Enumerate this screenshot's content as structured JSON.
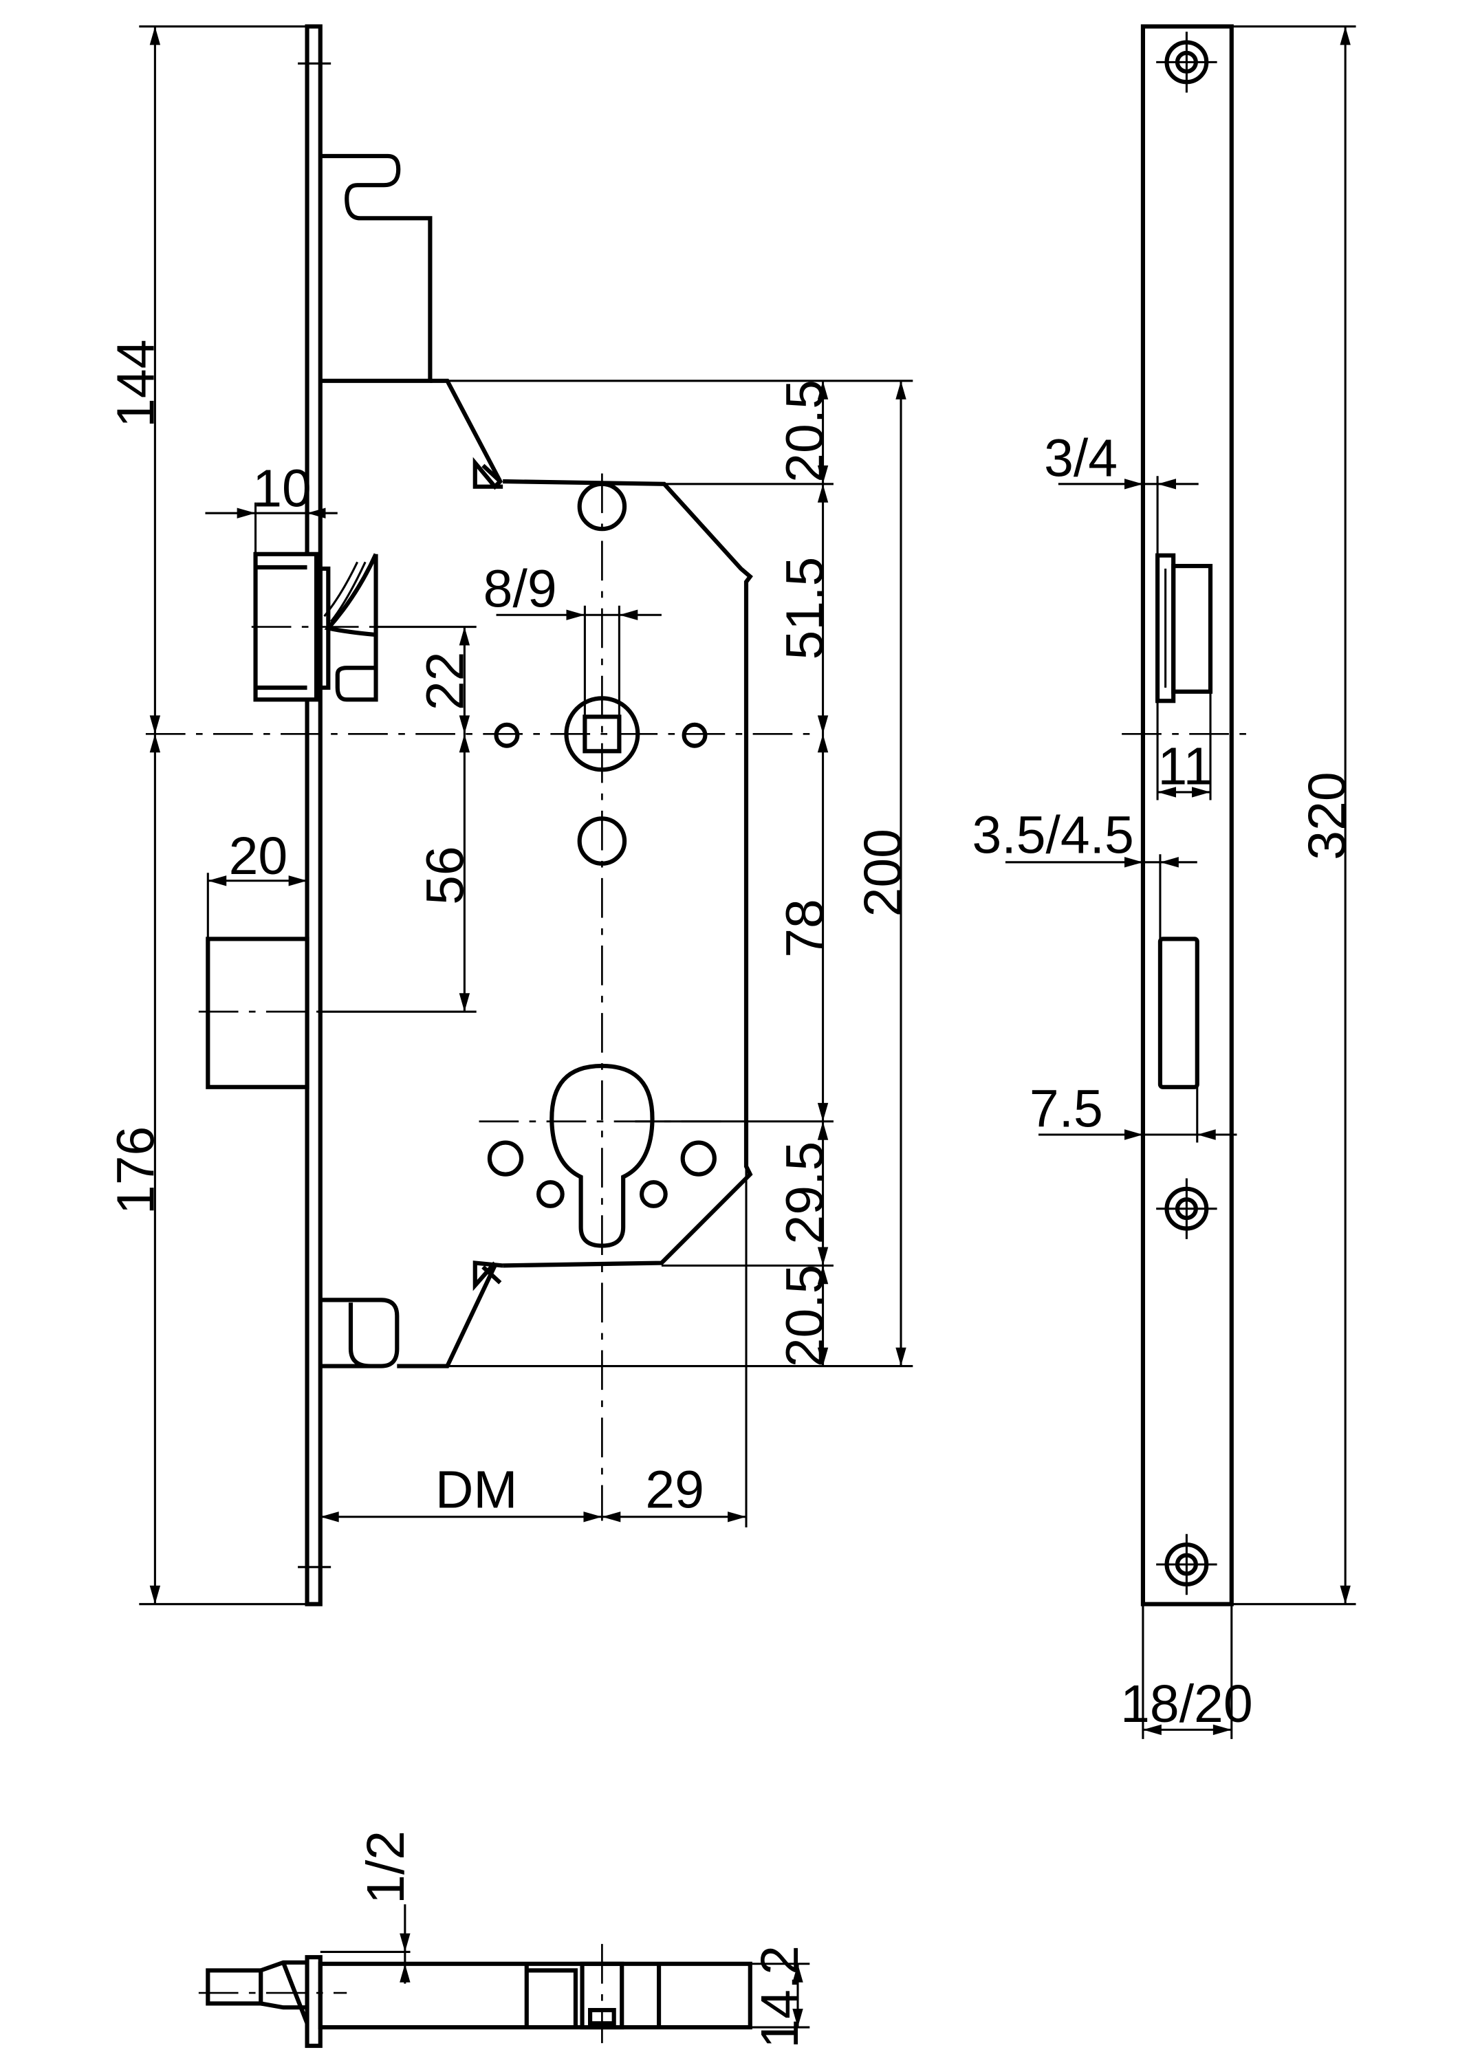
{
  "front_view": {
    "dim_upper": "144",
    "dim_lower": "176",
    "dim_latch_depth": "10",
    "dim_deadbolt_throw": "20",
    "dim_latch_to_spindle": "22",
    "dim_spindle_to_deadbolt": "56",
    "dim_spindle_width": "8/9",
    "dim_top_offset": "20.5",
    "dim_top_to_spindle": "51.5",
    "dim_spindle_to_cylinder": "78",
    "dim_cylinder_to_bottom": "29.5",
    "dim_bottom_offset": "20.5",
    "dim_case_height": "200",
    "dim_backset": "DM",
    "dim_case_tail": "29"
  },
  "side_view": {
    "dim_faceplate_thickness": "3/4",
    "dim_latch_width": "11",
    "dim_bolt_offset": "3.5/4.5",
    "dim_bolt_width": "7.5",
    "dim_total_length": "320",
    "dim_faceplate_width": "18/20"
  },
  "bottom_view": {
    "dim_plate_offset": "1/2",
    "dim_case_thickness": "14.2"
  }
}
